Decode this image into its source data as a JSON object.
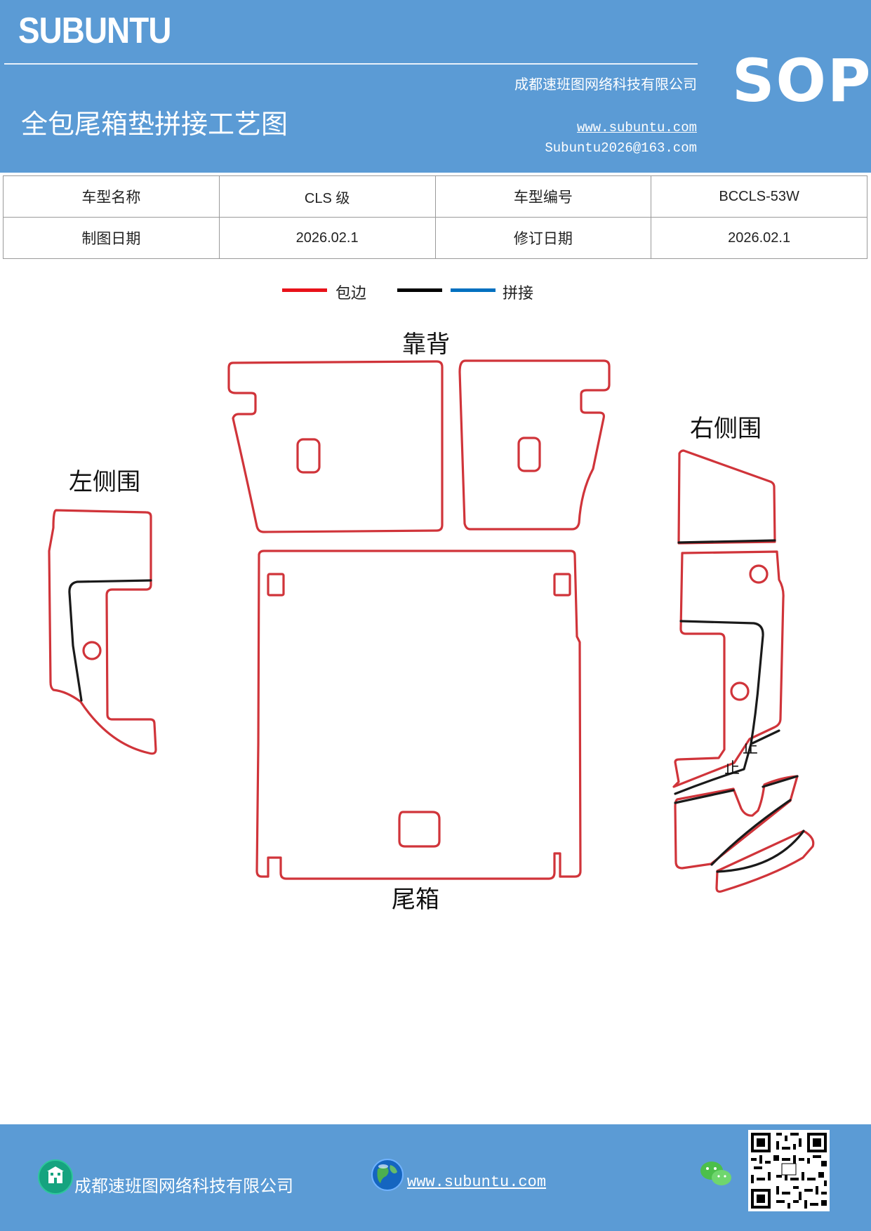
{
  "header": {
    "brand": "SUBUNTU",
    "company": "成都速班图网络科技有限公司",
    "title": "全包尾箱垫拼接工艺图",
    "website": "www.subuntu.com",
    "email": "Subuntu2026@163.com",
    "sop": "SOP",
    "background_color": "#5b9bd5"
  },
  "info_table": {
    "rows": [
      [
        "车型名称",
        "CLS 级",
        "车型编号",
        "BCCLS-53W"
      ],
      [
        "制图日期",
        "2026.02.1",
        "修订日期",
        "2026.02.1"
      ]
    ]
  },
  "legend": {
    "items": [
      {
        "label": "包边",
        "color": "#e8121a"
      },
      {
        "label": "",
        "color": "#000000"
      },
      {
        "label": "拼接",
        "color": "#0070c0"
      }
    ]
  },
  "diagram": {
    "labels": {
      "backrest": "靠背",
      "left_side": "左侧围",
      "right_side": "右侧围",
      "trunk": "尾箱"
    },
    "colors": {
      "edge": "#d0343a",
      "seam": "#1a1a1a"
    },
    "seam_marks": [
      "止",
      "止"
    ]
  },
  "footer": {
    "company": "成都速班图网络科技有限公司",
    "website": "www.subuntu.com",
    "icons": [
      "building-icon",
      "globe-icon",
      "wechat-icon",
      "qr-code"
    ]
  }
}
